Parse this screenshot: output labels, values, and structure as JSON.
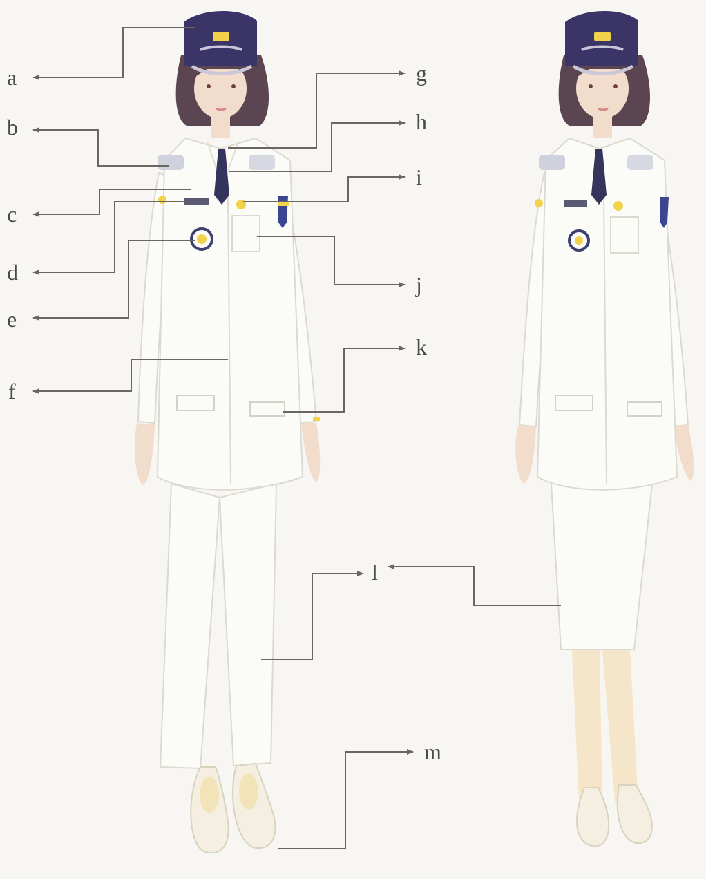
{
  "labels": {
    "a": "a",
    "b": "b",
    "c": "c",
    "d": "d",
    "e": "e",
    "f": "f",
    "g": "g",
    "h": "h",
    "i": "i",
    "j": "j",
    "k": "k",
    "l": "l",
    "m": "m"
  },
  "colors": {
    "background": "#f7f6f2",
    "cap": "#3a3566",
    "hair": "#5b4550",
    "skin": "#f2dccb",
    "uniform": "#fbfbf8",
    "outline": "#d9d6ce",
    "tie": "#34345c",
    "badge_gold": "#f2d24a",
    "leader_line": "#6b6660",
    "shoe": "#f4efe0"
  }
}
